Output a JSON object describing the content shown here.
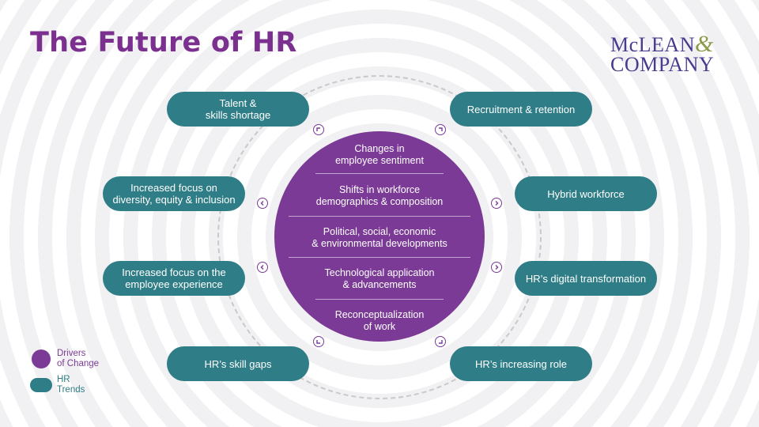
{
  "title": "The Future of HR",
  "logo": {
    "line1": "McLEAN",
    "amp": "&",
    "line2": "COMPANY"
  },
  "drivers": [
    {
      "l1": "Changes in",
      "l2": "employee sentiment"
    },
    {
      "l1": "Shifts in workforce",
      "l2": "demographics & composition"
    },
    {
      "l1": "Political, social, economic",
      "l2": "& environmental developments"
    },
    {
      "l1": "Technological application",
      "l2": "& advancements"
    },
    {
      "l1": "Reconceptualization",
      "l2": "of work"
    }
  ],
  "trends": {
    "talent": {
      "l1": "Talent &",
      "l2": "skills shortage"
    },
    "dei": {
      "l1": "Increased focus on",
      "l2": "diversity, equity & inclusion"
    },
    "ex": {
      "l1": "Increased focus on the",
      "l2": "employee experience"
    },
    "skillgaps": "HR’s skill gaps",
    "recruitment": "Recruitment & retention",
    "hybrid": "Hybrid workforce",
    "digital": "HR’s digital transformation",
    "role": "HR’s increasing role"
  },
  "legend": {
    "drivers": {
      "l1": "Drivers",
      "l2": "of Change",
      "color": "#7a3a95"
    },
    "trends": {
      "l1": "HR",
      "l2": "Trends",
      "color": "#2f7d86"
    }
  },
  "colors": {
    "purple": "#7b2f8e",
    "teal": "#2f7d86"
  }
}
